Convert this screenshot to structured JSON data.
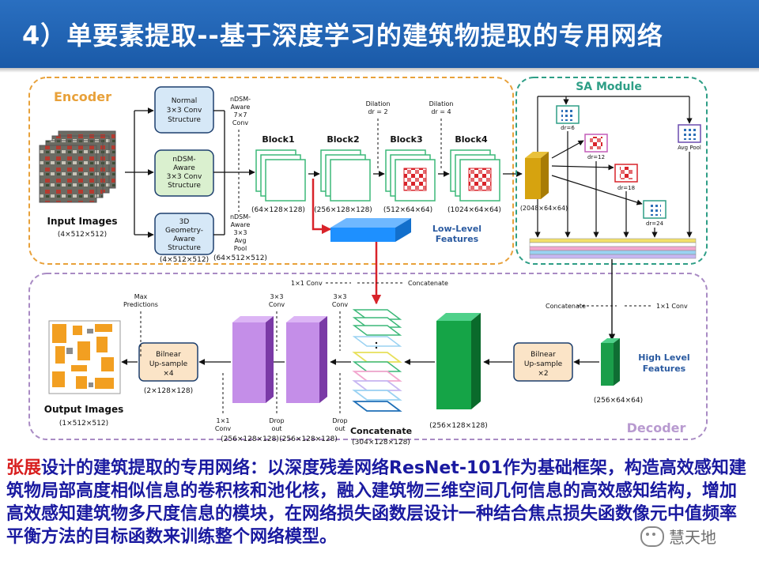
{
  "slide": {
    "title": "4）单要素提取--基于深度学习的建筑物提取的专用网络"
  },
  "encoder": {
    "label": "Encoder",
    "input_label": "Input Images",
    "input_size": "(4×512×512)",
    "normal_conv": [
      "Normal",
      "3×3 Conv",
      "Structure"
    ],
    "ndsm_conv": [
      "nDSM-",
      "Aware",
      "3×3 Conv",
      "Structure"
    ],
    "geo_conv": [
      "3D",
      "Geometry-",
      "Aware",
      "Structure"
    ],
    "conv_size": "(4×512×512)",
    "ndsm_77": [
      "nDSM-",
      "Aware",
      "7×7",
      "Conv"
    ],
    "ndsm_pool": [
      "nDSM-",
      "Aware",
      "3×3",
      "Avg",
      "Pool"
    ],
    "pool_size": "(64×512×512)",
    "dilation2": [
      "Dilation",
      "dr = 2"
    ],
    "dilation4": [
      "Dilation",
      "dr = 4"
    ],
    "blocks": [
      {
        "name": "Block1",
        "size": "(64×128×128)"
      },
      {
        "name": "Block2",
        "size": "(256×128×128)"
      },
      {
        "name": "Block3",
        "size": "(512×64×64)"
      },
      {
        "name": "Block4",
        "size": "(1024×64×64)"
      }
    ],
    "low_level": [
      "Low-Level",
      "Features"
    ]
  },
  "sa_module": {
    "label": "SA Module",
    "in_size": "(2048×64×64)",
    "branches": [
      "dr=6",
      "dr=12",
      "dr=18",
      "dr=24",
      "Avg Pool"
    ]
  },
  "decoder": {
    "label": "Decoder",
    "conv1x1_top": "1×1 Conv",
    "concatenate_top": "Concatenate",
    "concatenate_right": "Concatenate",
    "conv1x1_right": "1×1 Conv",
    "high_level": [
      "High Level",
      "Features"
    ],
    "high_size": "(256×64×64)",
    "upsample2": [
      "Bilnear",
      "Up-sample",
      "×2"
    ],
    "green_size": "(256×128×128)",
    "concat_label": "Concatenate",
    "concat_size": "(304×128×128)",
    "conv33a": [
      "3×3",
      "Conv"
    ],
    "conv33b": [
      "3×3",
      "Conv"
    ],
    "dropout_a": [
      "Drop",
      "out"
    ],
    "dropout_b": [
      "Drop",
      "out"
    ],
    "purple_size_a": "(256×128×128)",
    "purple_size_b": "(256×128×128)",
    "conv11": [
      "1×1",
      "Conv"
    ],
    "max_pred": [
      "Max",
      "Predictions"
    ],
    "upsample4": [
      "Bilnear",
      "Up-sample",
      "×4"
    ],
    "up4_size": "(2×128×128)",
    "output_label": "Output Images",
    "output_size": "(1×512×512)"
  },
  "caption": {
    "author": "张展",
    "text": "设计的建筑提取的专用网络：以深度残差网络ResNet-101作为基础框架，构造高效感知建筑物局部高度相似信息的卷积核和池化核，融入建筑物三维空间几何信息的高效感知结构，增加高效感知建筑物多尺度信息的模块，在网络损失函数层设计一种结合焦点损失函数像元中值频率平衡方法的目标函数来训练整个网络模型。"
  },
  "watermark": "慧天地",
  "colors": {
    "title_bar": "#1e62b4",
    "encoder_border": "#e8a13a",
    "encoder_label": "#e8a13a",
    "sa_border": "#2e9e86",
    "decoder_border": "#a98bc4",
    "decoder_label": "#b89ad0",
    "feature_green": "#3cb878",
    "feature_purple": "#c48ee8",
    "caption_text": "#1a1aa0",
    "author_red": "#d81e1e"
  }
}
